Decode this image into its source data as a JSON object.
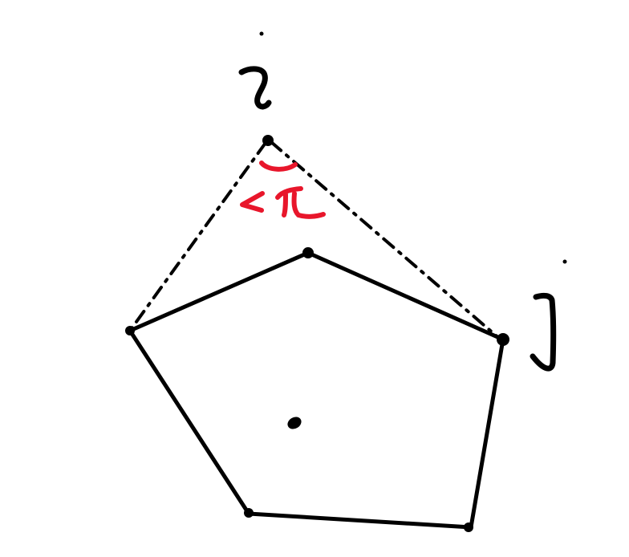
{
  "diagram": {
    "labels": {
      "vertex_i": "i",
      "vertex_j": "j",
      "angle_annotation": "<π"
    },
    "colors": {
      "ink": "#000000",
      "annotation": "#e8162b",
      "background": "#ffffff"
    }
  }
}
